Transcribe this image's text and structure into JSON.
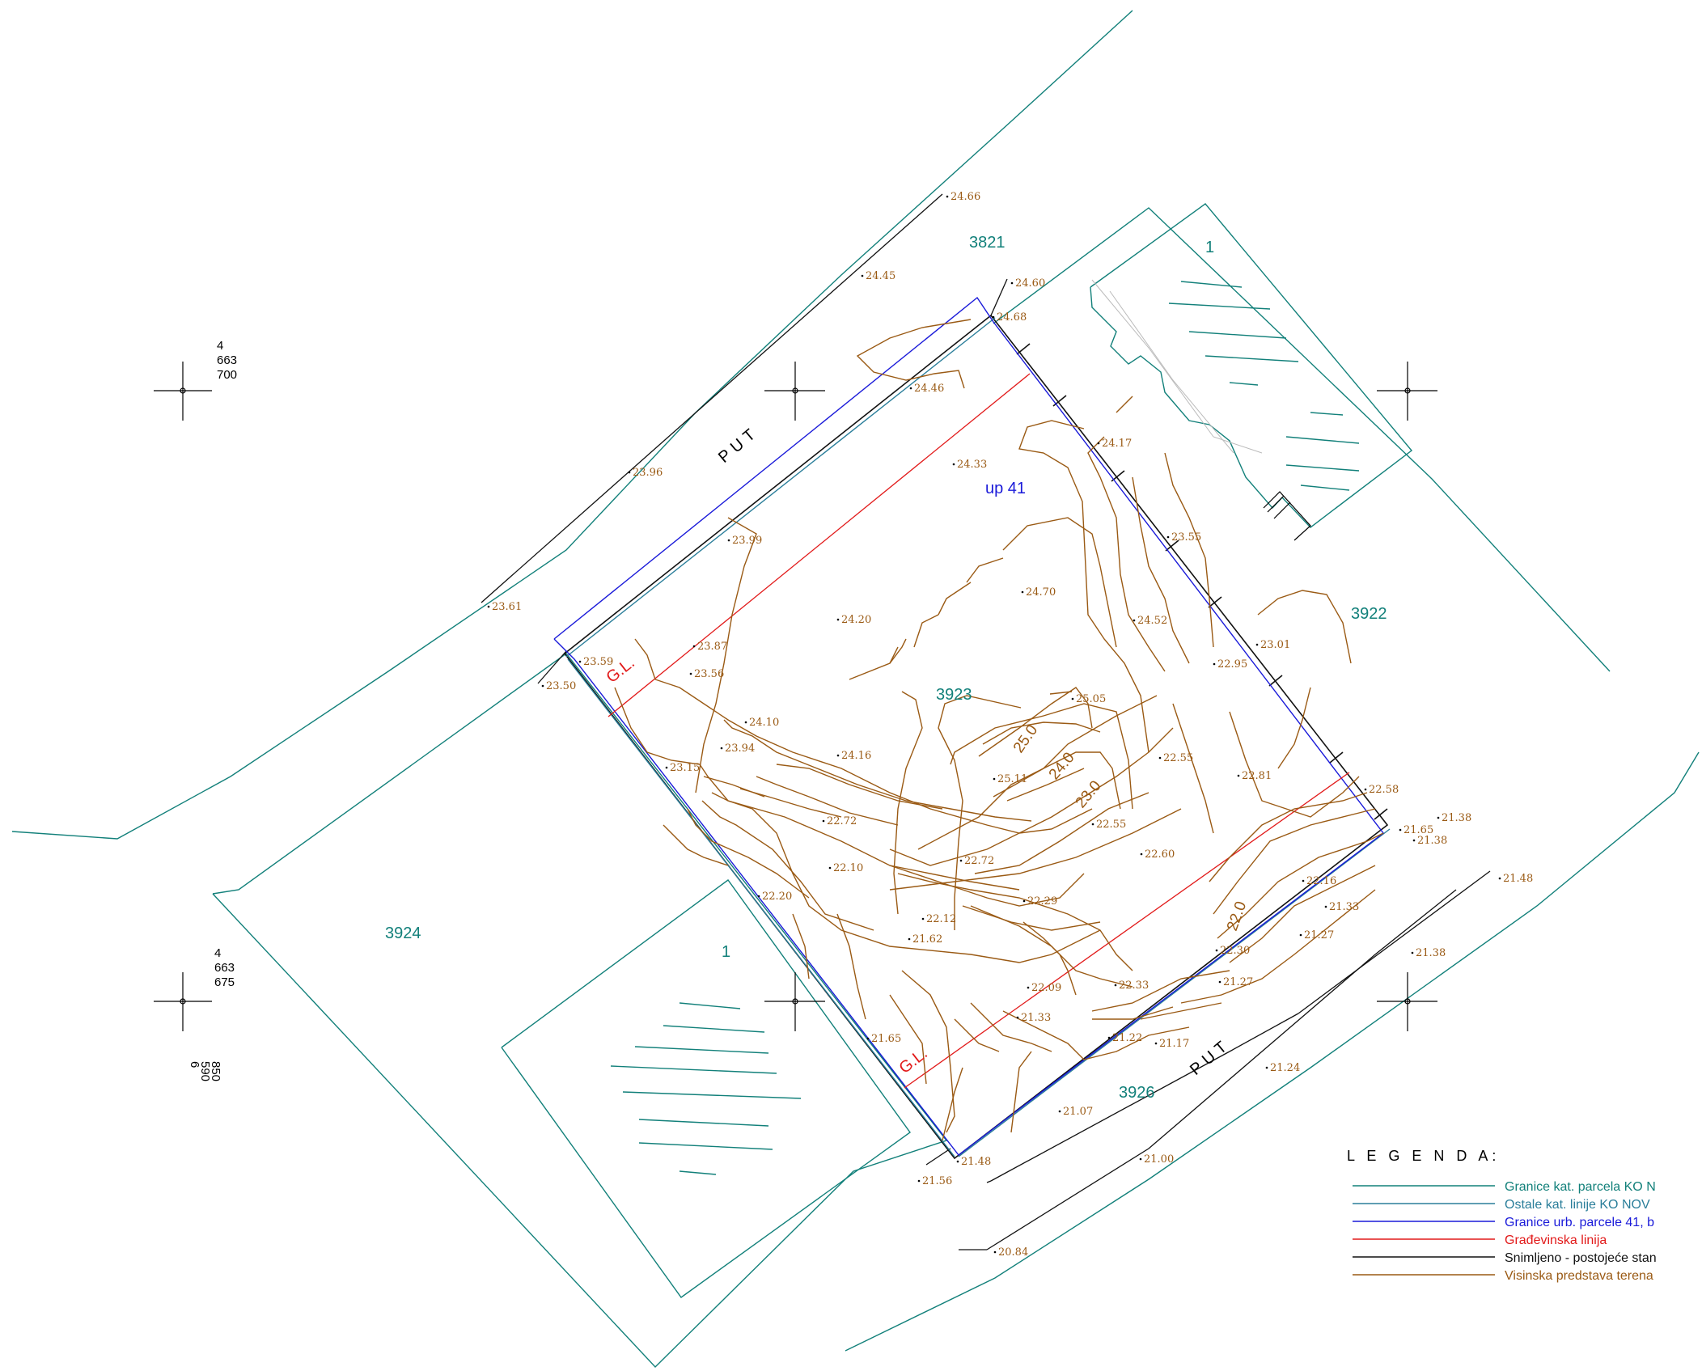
{
  "colors": {
    "cadastral": "#12807a",
    "cadastral_other": "#2a7e9a",
    "urban": "#1a1ad9",
    "building_line": "#e21a1a",
    "surveyed": "#111111",
    "terrain": "#9a5a14"
  },
  "parcels": [
    {
      "id": "p3821",
      "label": "3821"
    },
    {
      "id": "p1a",
      "label": "1"
    },
    {
      "id": "p3922",
      "label": "3922"
    },
    {
      "id": "p3923",
      "label": "3923"
    },
    {
      "id": "p3924",
      "label": "3924"
    },
    {
      "id": "p1b",
      "label": "1"
    },
    {
      "id": "p3926",
      "label": "3926"
    }
  ],
  "urban_parcel_label": "up 41",
  "road_labels": [
    "PUT",
    "PUT"
  ],
  "building_line_labels": [
    "G.L.",
    "G.L."
  ],
  "contour_labels": [
    "25.0",
    "24.0",
    "23.0",
    "22.0"
  ],
  "spot_heights": [
    "24.66",
    "24.45",
    "24.60",
    "24.68",
    "24.46",
    "24.17",
    "24.33",
    "23.96",
    "23.99",
    "23.55",
    "23.61",
    "24.70",
    "24.20",
    "24.52",
    "23.01",
    "22.95",
    "23.87",
    "23.59",
    "23.56",
    "23.50",
    "25.05",
    "24.10",
    "23.94",
    "24.16",
    "22.55",
    "25.11",
    "22.81",
    "23.15",
    "22.58",
    "22.72",
    "21.38",
    "21.65",
    "21.38",
    "22.55",
    "22.60",
    "22.10",
    "22.72",
    "21.48",
    "22.20",
    "22.16",
    "21.33",
    "22.29",
    "22.12",
    "21.27",
    "21.62",
    "22.30",
    "21.38",
    "22.09",
    "22.33",
    "21.27",
    "21.33",
    "21.65",
    "21.22",
    "21.17",
    "21.24",
    "21.07",
    "21.48",
    "21.00",
    "21.56",
    "20.84"
  ],
  "grid_coordinates": [
    {
      "lines": [
        "4",
        "663",
        "700"
      ]
    },
    {
      "lines": [
        "4",
        "663",
        "675"
      ]
    },
    {
      "lines": [
        "6",
        "590",
        "850"
      ]
    }
  ],
  "legend": {
    "title": "L E G E N D A:",
    "items": [
      {
        "text": "Granice kat. parcela KO N",
        "color": "#12807a"
      },
      {
        "text": "Ostale kat. linije KO NOV",
        "color": "#2a7e9a"
      },
      {
        "text": "Granice urb. parcele 41, b",
        "color": "#1a1ad9"
      },
      {
        "text": "Građevinska linija",
        "color": "#e21a1a"
      },
      {
        "text": "Snimljeno - postojeće stan",
        "color": "#111111"
      },
      {
        "text": "Visinska predstava terena",
        "color": "#9a5a14"
      }
    ]
  }
}
